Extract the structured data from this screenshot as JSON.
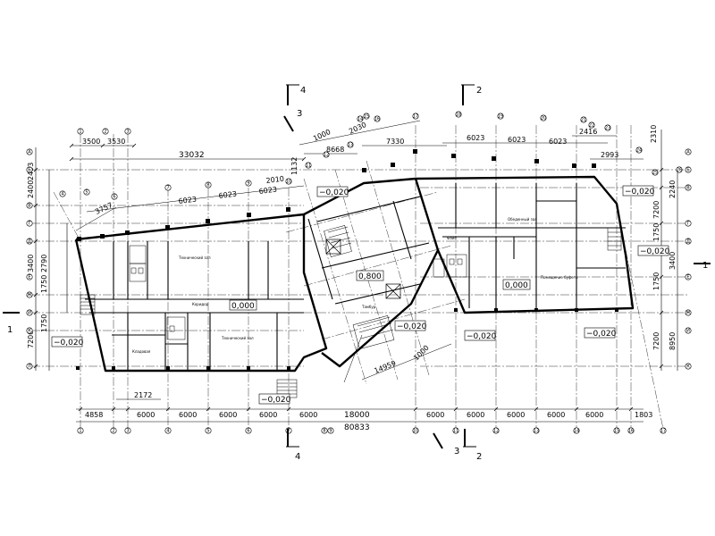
{
  "top_dimensions": {
    "left_3500": "3500",
    "left_3530": "3530",
    "overall_33032": "33032",
    "rot_8668": "8668",
    "rot_7330": "7330",
    "rot_1000": "1000",
    "rot_2030": "2030",
    "rot_1132": "1132",
    "rot_2010": "2010",
    "rot_3757": "3757",
    "left_6023_a": "6023",
    "left_6023_b": "6023",
    "left_6023_c": "6023",
    "right_6023_a": "6023",
    "right_6023_b": "6023",
    "right_6023_c": "6023",
    "right_2416": "2416",
    "right_2993": "2993",
    "right_2310": "2310"
  },
  "left_dimensions": {
    "d_2493": "2493",
    "d_2400": "2400",
    "d_3400": "3400",
    "d_2790": "2790",
    "d_1750_a": "1750",
    "d_1750_b": "1750",
    "d_7200": "7200"
  },
  "right_dimensions": {
    "d_2240": "2240",
    "d_7200_a": "7200",
    "d_1750_a": "1750",
    "d_3400": "3400",
    "d_1750_b": "1750",
    "d_7200_b": "7200",
    "d_8950": "8950"
  },
  "bottom_dimensions": {
    "d_4858": "4858",
    "d_2172": "2172",
    "d_6000_1": "6000",
    "d_6000_2": "6000",
    "d_6000_3": "6000",
    "d_6000_4": "6000",
    "d_6000_5": "6000",
    "d_18000": "18000",
    "d_6000_6": "6000",
    "d_6000_7": "6000",
    "d_6000_8": "6000",
    "d_6000_9": "6000",
    "d_6000_10": "6000",
    "d_1803": "1803",
    "overall_80833": "80833",
    "d_14959": "14959",
    "d_1000": "1000"
  },
  "levels": {
    "l_main_left": "0,000",
    "l_center": "0,800",
    "l_right": "0,000",
    "l_m020_top_center": "−0,020",
    "l_m020_top_right": "−0,020",
    "l_m020_right": "−0,020",
    "l_m020_left": "−0,020",
    "l_m020_bottom_center": "−0,020",
    "l_m020_center_right": "−0,020",
    "l_m020_center_bottom": "−0,020",
    "l_m020_right_bottom": "−0,020"
  },
  "section_marks": {
    "s4_top": "4",
    "s2_top": "2",
    "s3_top": "3",
    "s1_left": "1",
    "s1_right": "1",
    "s4_bottom": "4",
    "s3_bottom": "3",
    "s2_bottom": "2"
  },
  "room_labels": {
    "corridor": "Коридор",
    "dining": "Обеденный зал",
    "buffet": "Помещение буфета",
    "tech_left": "Технический зал",
    "tech_mid": "Технический зал",
    "foyer": "Фойе",
    "vestibule": "Тамбур",
    "storage": "Кладовая"
  },
  "top_axis_labels": [
    "1",
    "2",
    "3",
    "4",
    "5",
    "6",
    "7",
    "8",
    "9",
    "10",
    "11",
    "12",
    "13",
    "14",
    "15",
    "16",
    "17",
    "18",
    "19",
    "20",
    "21",
    "22",
    "23",
    "24",
    "25",
    "26"
  ],
  "bottom_axis_labels": [
    "1",
    "2",
    "3",
    "4",
    "5",
    "6",
    "7",
    "8",
    "9",
    "10",
    "11",
    "12",
    "13",
    "14",
    "15",
    "16",
    "17"
  ],
  "left_axis_labels": [
    "А",
    "Б",
    "В",
    "Г",
    "Д",
    "Е",
    "Ж",
    "И",
    "К",
    "Л"
  ],
  "right_axis_labels": [
    "А",
    "Б",
    "В",
    "Г",
    "Д",
    "Е",
    "Ж",
    "И",
    "К"
  ]
}
